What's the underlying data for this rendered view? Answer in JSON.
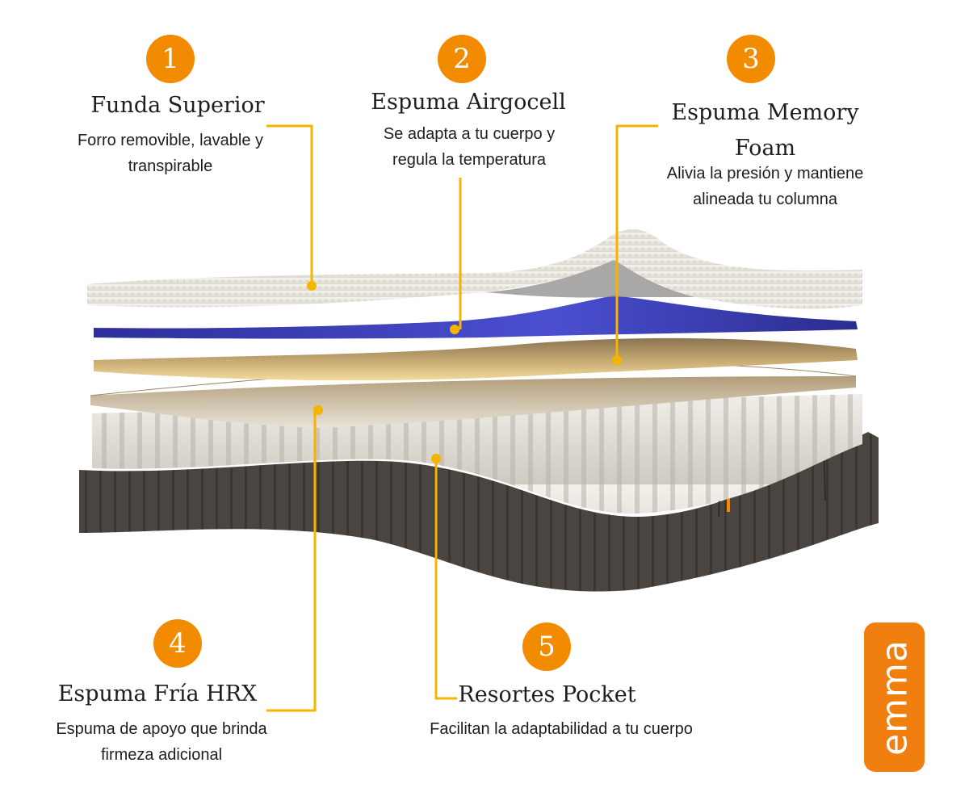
{
  "layers": [
    {
      "number": "1",
      "title": "Funda Superior",
      "desc": "Forro removible, lavable y transpirable"
    },
    {
      "number": "2",
      "title": "Espuma Airgocell",
      "desc": "Se adapta a tu cuerpo y regula la temperatura"
    },
    {
      "number": "3",
      "title": "Espuma Memory Foam",
      "desc": "Alivia la presión y mantiene alineada tu columna"
    },
    {
      "number": "4",
      "title": "Espuma Fría HRX",
      "desc": "Espuma de apoyo que brinda firmeza adicional"
    },
    {
      "number": "5",
      "title": "Resortes Pocket",
      "desc": "Facilitan la adaptabilidad a tu cuerpo"
    }
  ],
  "brand": {
    "logo_text": "emma"
  },
  "colors": {
    "accent": "#f28b00",
    "connector": "#f4b400",
    "base": "#4a4540",
    "airgocell": "#3a3fb8",
    "memory_foam": "#e8c77a"
  },
  "icons": [
    "mattress-layers-illustration",
    "emma-logo"
  ]
}
